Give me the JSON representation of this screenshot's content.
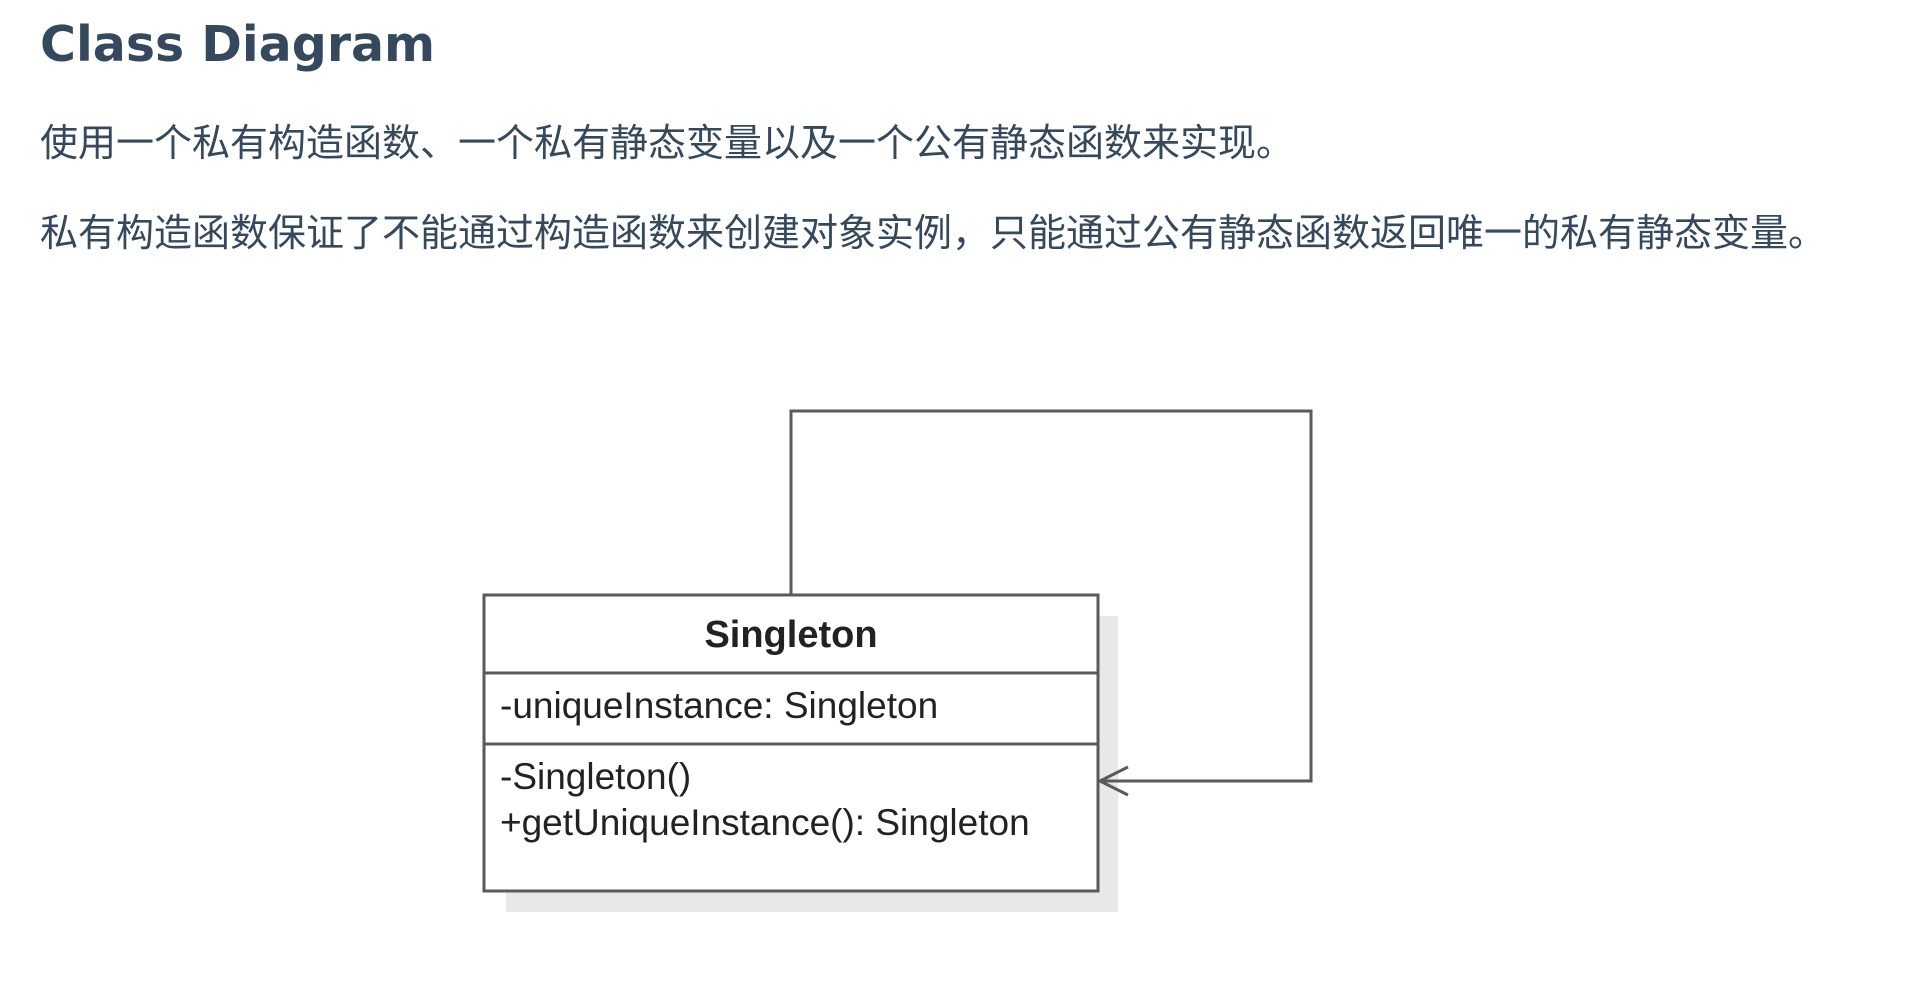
{
  "section": {
    "title": "Class Diagram",
    "paragraphs": [
      "使用一个私有构造函数、一个私有静态变量以及一个公有静态函数来实现。",
      "私有构造函数保证了不能通过构造函数来创建对象实例，只能通过公有静态函数返回唯一的私有静态变量。"
    ]
  },
  "diagram": {
    "class_name": "Singleton",
    "attributes": [
      "-uniqueInstance: Singleton"
    ],
    "methods": [
      "-Singleton()",
      "+getUniqueInstance(): Singleton"
    ],
    "relationship": "self-association",
    "colors": {
      "line": "#5a5a5a",
      "shadow": "#e8e8e8",
      "text": "#222222",
      "heading": "#34495e"
    }
  }
}
